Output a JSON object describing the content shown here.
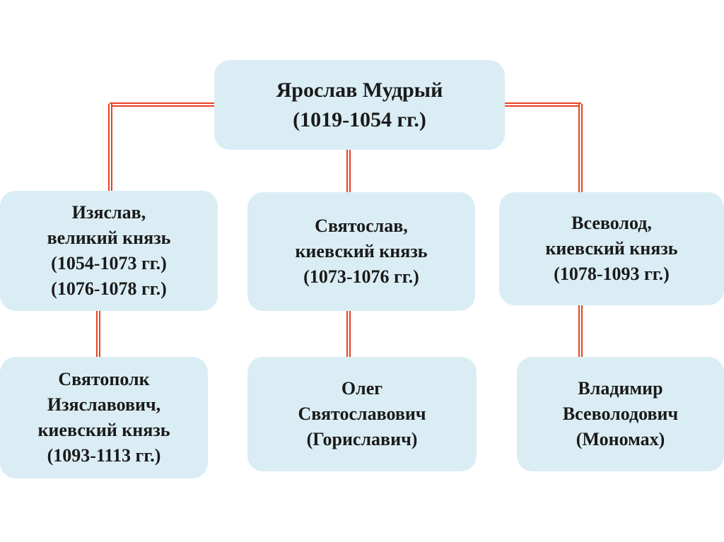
{
  "root": {
    "lines": [
      "Ярослав Мудрый",
      "(1019-1054 гг.)"
    ]
  },
  "sons": [
    {
      "lines": [
        "Изяслав,",
        "великий князь",
        "(1054-1073 гг.)",
        "(1076-1078 гг.)"
      ]
    },
    {
      "lines": [
        "Святослав,",
        "киевский князь",
        "(1073-1076 гг.)"
      ]
    },
    {
      "lines": [
        "Всеволод,",
        "киевский князь",
        "(1078-1093 гг.)"
      ]
    }
  ],
  "grandsons": [
    {
      "lines": [
        "Святополк",
        "Изяславович,",
        "киевский князь",
        "(1093-1113 гг.)"
      ]
    },
    {
      "lines": [
        "Олег",
        "Святославович",
        "(Гориславич)"
      ]
    },
    {
      "lines": [
        "Владимир",
        "Всеволодович",
        "(Мономах)"
      ]
    }
  ],
  "colors": {
    "box": "#dbedf4",
    "connector": "#e8401f"
  }
}
